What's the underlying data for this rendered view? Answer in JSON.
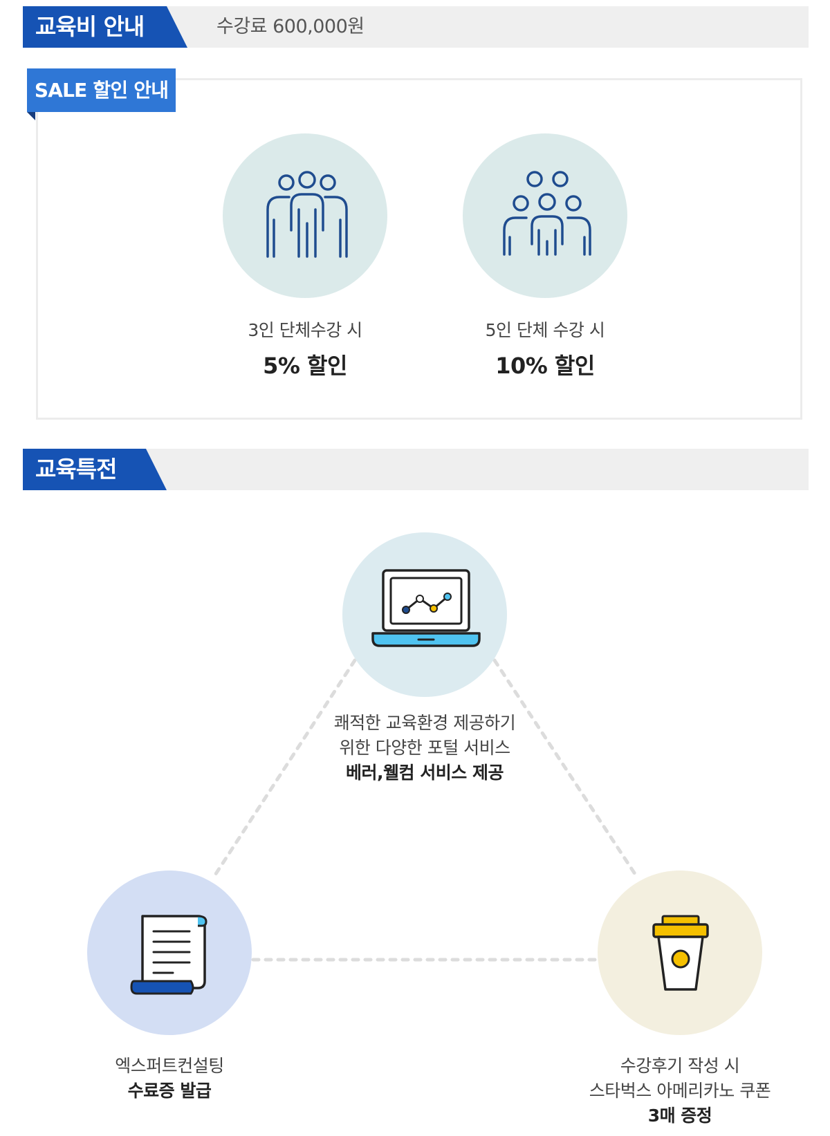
{
  "fee_section": {
    "title": "교육비 안내",
    "fee_text": "수강료 600,000원"
  },
  "sale_section": {
    "tag": "SALE 할인 안내",
    "items": [
      {
        "icon": "three-people-icon",
        "condition": "3인 단체수강 시",
        "discount": "5% 할인"
      },
      {
        "icon": "five-people-icon",
        "condition": "5인 단체 수강 시",
        "discount": "10% 할인"
      }
    ]
  },
  "benefit_section": {
    "title": "교육특전",
    "top": {
      "icon": "laptop-chart-icon",
      "line1": "쾌적한 교육환경 제공하기",
      "line2": "위한 다양한 포털 서비스",
      "bold": "베러,웰컴 서비스 제공"
    },
    "left": {
      "icon": "certificate-scroll-icon",
      "line1": "엑스퍼트컨설팅",
      "bold": "수료증 발급"
    },
    "right": {
      "icon": "coffee-cup-icon",
      "line1": "수강후기 작성 시",
      "line2": "스타벅스 아메리카노 쿠폰",
      "bold": "3매 증정"
    }
  },
  "colors": {
    "header_blue": "#1653b4",
    "sale_tag_blue": "#2f77d6",
    "circle_teal": "#dbeaea",
    "circle_light_blue": "#dcebf0",
    "circle_lavender": "#d3def4",
    "circle_cream": "#f3efdf"
  }
}
